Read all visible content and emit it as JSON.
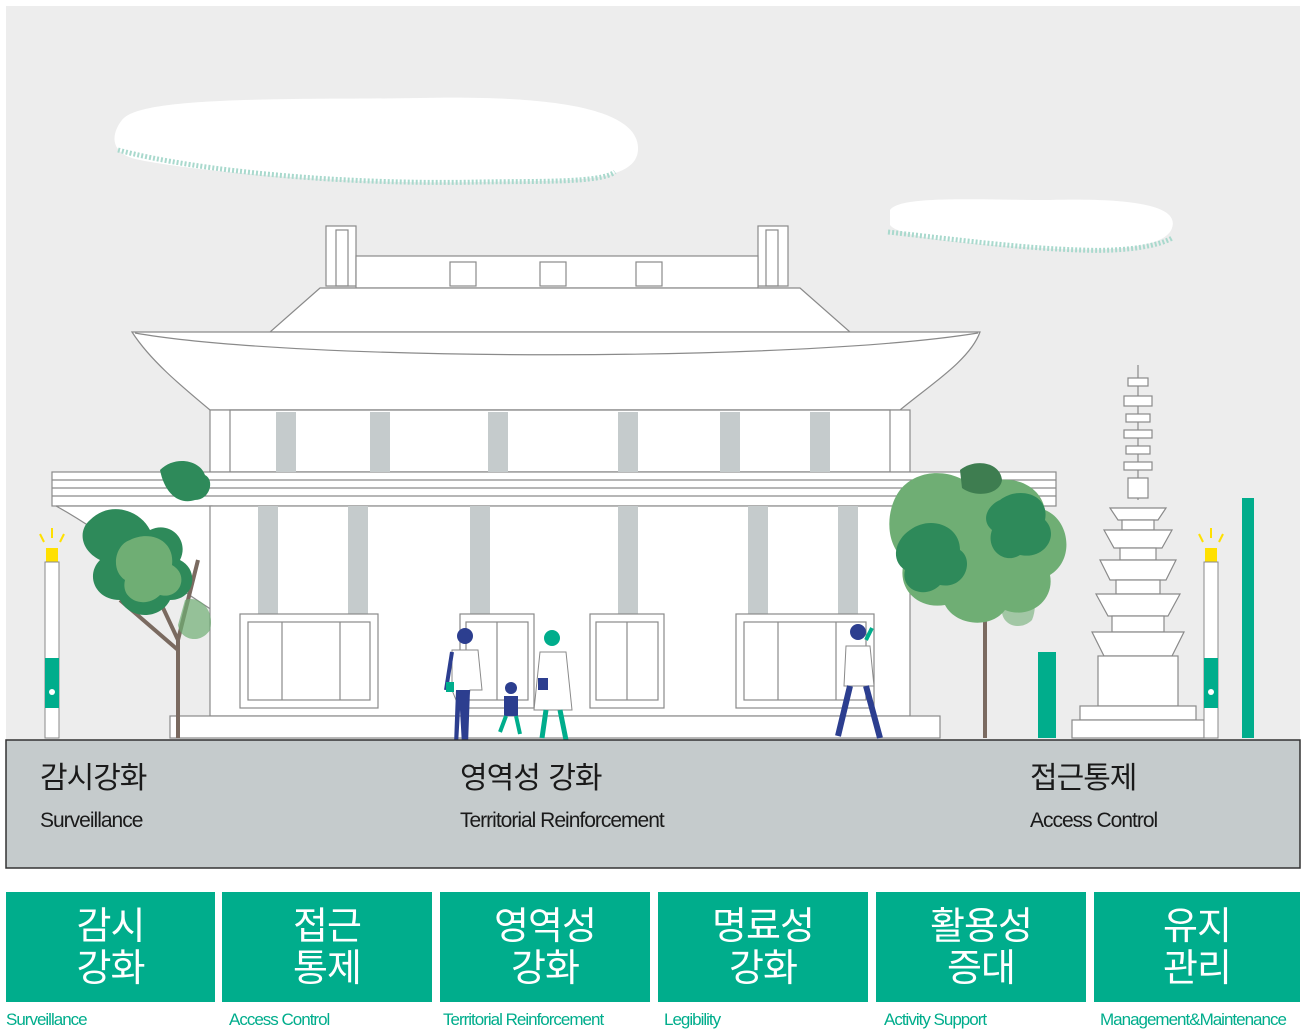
{
  "colors": {
    "sky": "#ededed",
    "accent": "#00ad8c",
    "ground": "#c5cbcc",
    "building_line": "#8a8a8a",
    "pillar": "#c5cbcc",
    "light": "#ffe000"
  },
  "ground_labels": [
    {
      "ko": "감시강화",
      "en": "Surveillance"
    },
    {
      "ko": "영역성 강화",
      "en": "Territorial Reinforcement"
    },
    {
      "ko": "접근통제",
      "en": "Access Control"
    }
  ],
  "cards": [
    {
      "ko": "감시\n강화",
      "en": "Surveillance"
    },
    {
      "ko": "접근\n통제",
      "en": "Access Control"
    },
    {
      "ko": "영역성\n강화",
      "en": "Territorial Reinforcement"
    },
    {
      "ko": "명료성\n강화",
      "en": "Legibility"
    },
    {
      "ko": "활용성\n증대",
      "en": "Activity Support"
    },
    {
      "ko": "유지\n관리",
      "en": "Management&Maintenance"
    }
  ]
}
